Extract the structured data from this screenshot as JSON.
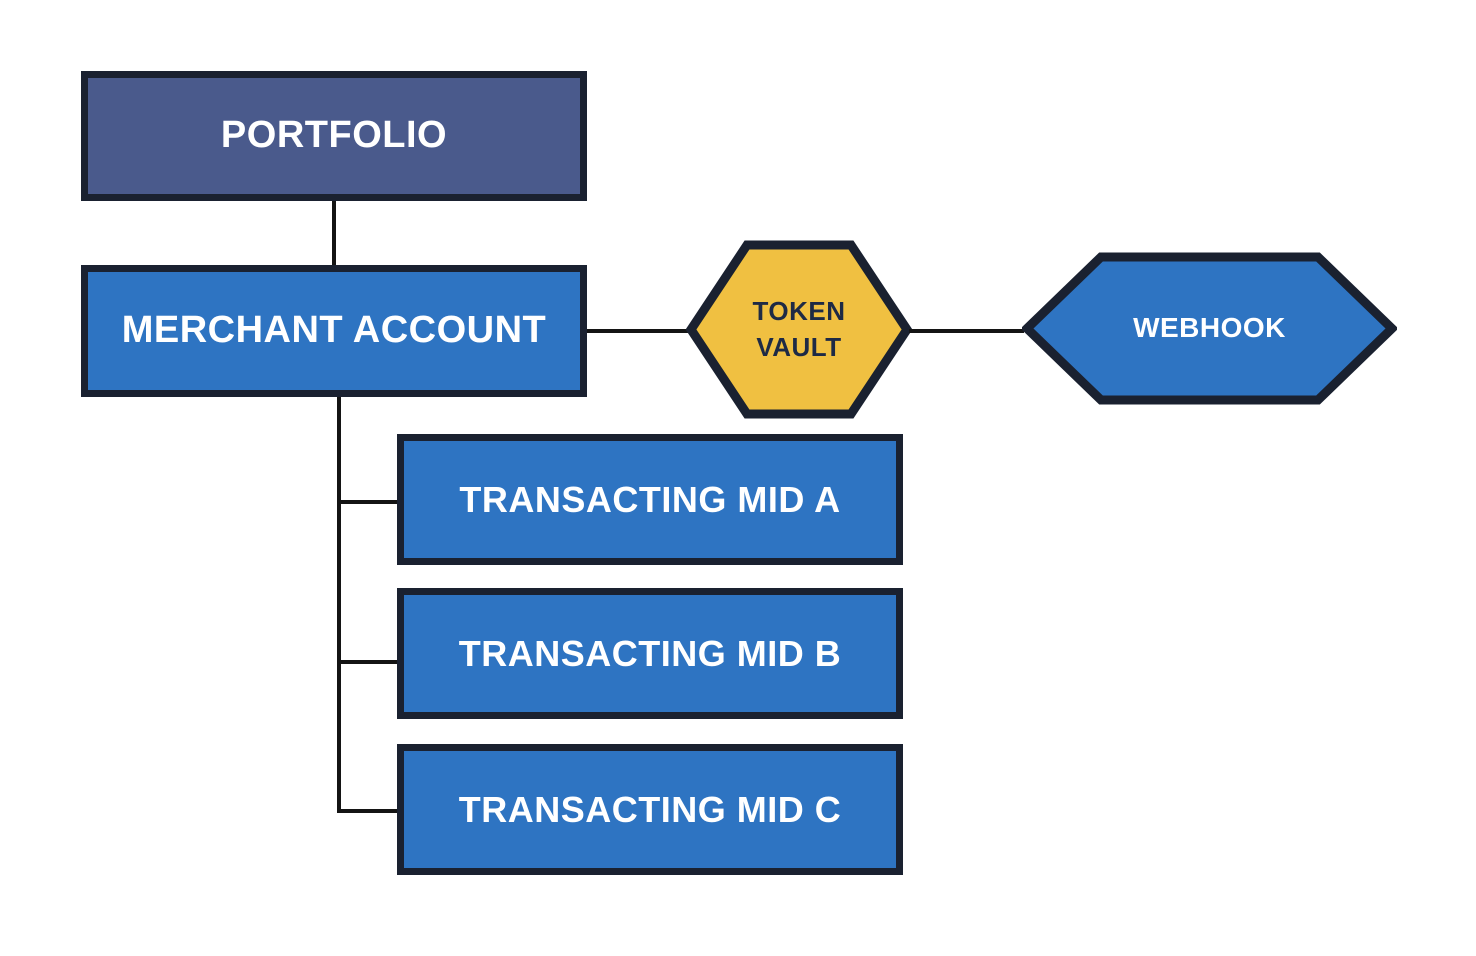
{
  "diagram": {
    "nodes": {
      "portfolio": {
        "label": "PORTFOLIO",
        "shape": "rectangle",
        "fill": "#4A5A8C",
        "text_color": "#FFFFFF"
      },
      "merchant_account": {
        "label": "MERCHANT ACCOUNT",
        "shape": "rectangle",
        "fill": "#2E74C2",
        "text_color": "#FFFFFF"
      },
      "token_vault": {
        "label": "TOKEN VAULT",
        "shape": "hexagon",
        "fill": "#F0C041",
        "text_color": "#1E2A45"
      },
      "webhook": {
        "label": "WEBHOOK",
        "shape": "hexagon",
        "fill": "#2E74C2",
        "text_color": "#FFFFFF"
      },
      "transacting_mids": [
        {
          "label": "TRANSACTING MID A",
          "shape": "rectangle",
          "fill": "#2E74C2",
          "text_color": "#FFFFFF"
        },
        {
          "label": "TRANSACTING MID B",
          "shape": "rectangle",
          "fill": "#2E74C2",
          "text_color": "#FFFFFF"
        },
        {
          "label": "TRANSACTING MID C",
          "shape": "rectangle",
          "fill": "#2E74C2",
          "text_color": "#FFFFFF"
        }
      ]
    },
    "edges": [
      {
        "from": "portfolio",
        "to": "merchant_account"
      },
      {
        "from": "merchant_account",
        "to": "token_vault"
      },
      {
        "from": "token_vault",
        "to": "webhook"
      },
      {
        "from": "merchant_account",
        "to": "transacting_mid_a"
      },
      {
        "from": "merchant_account",
        "to": "transacting_mid_b"
      },
      {
        "from": "merchant_account",
        "to": "transacting_mid_c"
      }
    ],
    "colors": {
      "node_border": "#1A2130",
      "connector_line": "#141414",
      "portfolio_fill": "#4A5A8C",
      "blue_fill": "#2E74C2",
      "yellow_fill": "#F0C041",
      "text_light": "#FFFFFF",
      "text_dark": "#1E2A45",
      "background": "#FFFFFF"
    }
  }
}
